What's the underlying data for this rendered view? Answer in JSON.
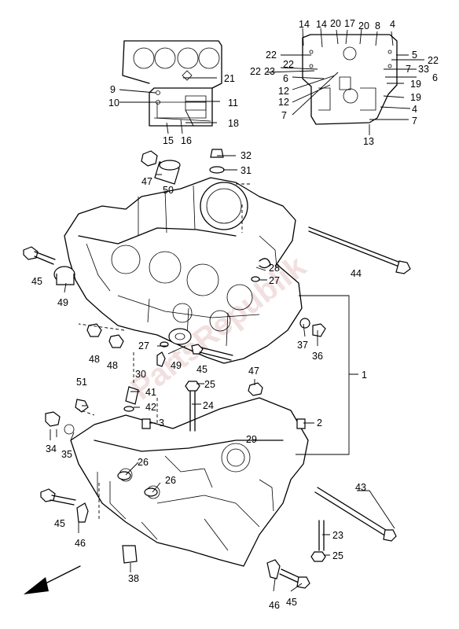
{
  "watermark": {
    "text": "PartsRepublik"
  },
  "callouts": {
    "c1": "1",
    "c2": "2",
    "c3": "3",
    "c4a": "4",
    "c4b": "4",
    "c5": "5",
    "c6a": "6",
    "c6b": "6",
    "c7a": "7",
    "c7b": "7",
    "c7c": "7",
    "c8": "8",
    "c9": "9",
    "c10": "10",
    "c11": "11",
    "c12a": "12",
    "c12b": "12",
    "c13": "13",
    "c14a": "14",
    "c14b": "14",
    "c15": "15",
    "c16": "16",
    "c17": "17",
    "c18": "18",
    "c19a": "19",
    "c19b": "19",
    "c20a": "20",
    "c20b": "20",
    "c21": "21",
    "c22a": "22",
    "c22b": "22",
    "c22c": "22",
    "c22d": "22",
    "c23": "23",
    "c23b": "23",
    "c24": "24",
    "c25a": "25",
    "c25b": "25",
    "c26a": "26",
    "c26b": "26",
    "c27a": "27",
    "c27b": "27",
    "c28": "28",
    "c29": "29",
    "c30": "30",
    "c31": "31",
    "c32": "32",
    "c33": "33",
    "c34": "34",
    "c35": "35",
    "c36": "36",
    "c37": "37",
    "c38": "38",
    "c41": "41",
    "c42": "42",
    "c43": "43",
    "c44": "44",
    "c45a": "45",
    "c45b": "45",
    "c45c": "45",
    "c45d": "45",
    "c46a": "46",
    "c46b": "46",
    "c47a": "47",
    "c47b": "47",
    "c48a": "48",
    "c48b": "48",
    "c49a": "49",
    "c49b": "49",
    "c50": "50",
    "c51": "51"
  }
}
